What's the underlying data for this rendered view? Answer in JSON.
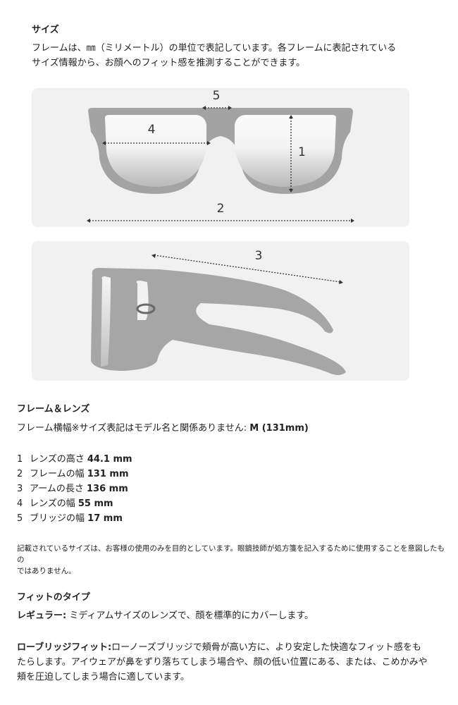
{
  "size_section": {
    "heading": "サイズ",
    "description_line1": "フレームは、㎜（ミリメートル）の単位で表記しています。各フレームに表記されている",
    "description_line2": "サイズ情報から、お顔へのフィット感を推測することができます。"
  },
  "diagram": {
    "front_labels": {
      "bridge": "5",
      "lens_width": "4",
      "lens_height": "1",
      "frame_width": "2"
    },
    "side_labels": {
      "arm_length": "3"
    }
  },
  "frame_lens": {
    "heading": "フレーム＆レンズ",
    "frame_width_label": "フレーム横幅※サイズ表記はモデル名と関係ありません:",
    "frame_width_value": "M (131mm)",
    "specs": [
      {
        "num": "1",
        "label": "レンズの高さ",
        "value": "44.1 mm"
      },
      {
        "num": "2",
        "label": "フレームの幅",
        "value": "131 mm"
      },
      {
        "num": "3",
        "label": "アームの長さ",
        "value": "136 mm"
      },
      {
        "num": "4",
        "label": "レンズの幅",
        "value": "55 mm"
      },
      {
        "num": "5",
        "label": "ブリッジの幅",
        "value": "17 mm"
      }
    ],
    "disclaimer_line1": "記載されているサイズは、お客様の使用のみを目的としています。眼鏡技師が処方箋を記入するために使用することを意図したもの",
    "disclaimer_line2": "ではありません。"
  },
  "fit_type": {
    "heading": "フィットのタイプ",
    "regular_label": "レギュラー:",
    "regular_text": "ミディアムサイズのレンズで、顔を標準的にカバーします。",
    "low_bridge_label": "ローブリッジフィット:",
    "low_bridge_line1": "ローノーズブリッジで頬骨が高い方に、より安定した快適なフィット感をも",
    "low_bridge_line2": "たらします。アイウェアが鼻をずり落ちてしまう場合や、顔の低い位置にある、または、こめかみや",
    "low_bridge_line3": "頬を圧迫してしまう場合に適しています。"
  }
}
